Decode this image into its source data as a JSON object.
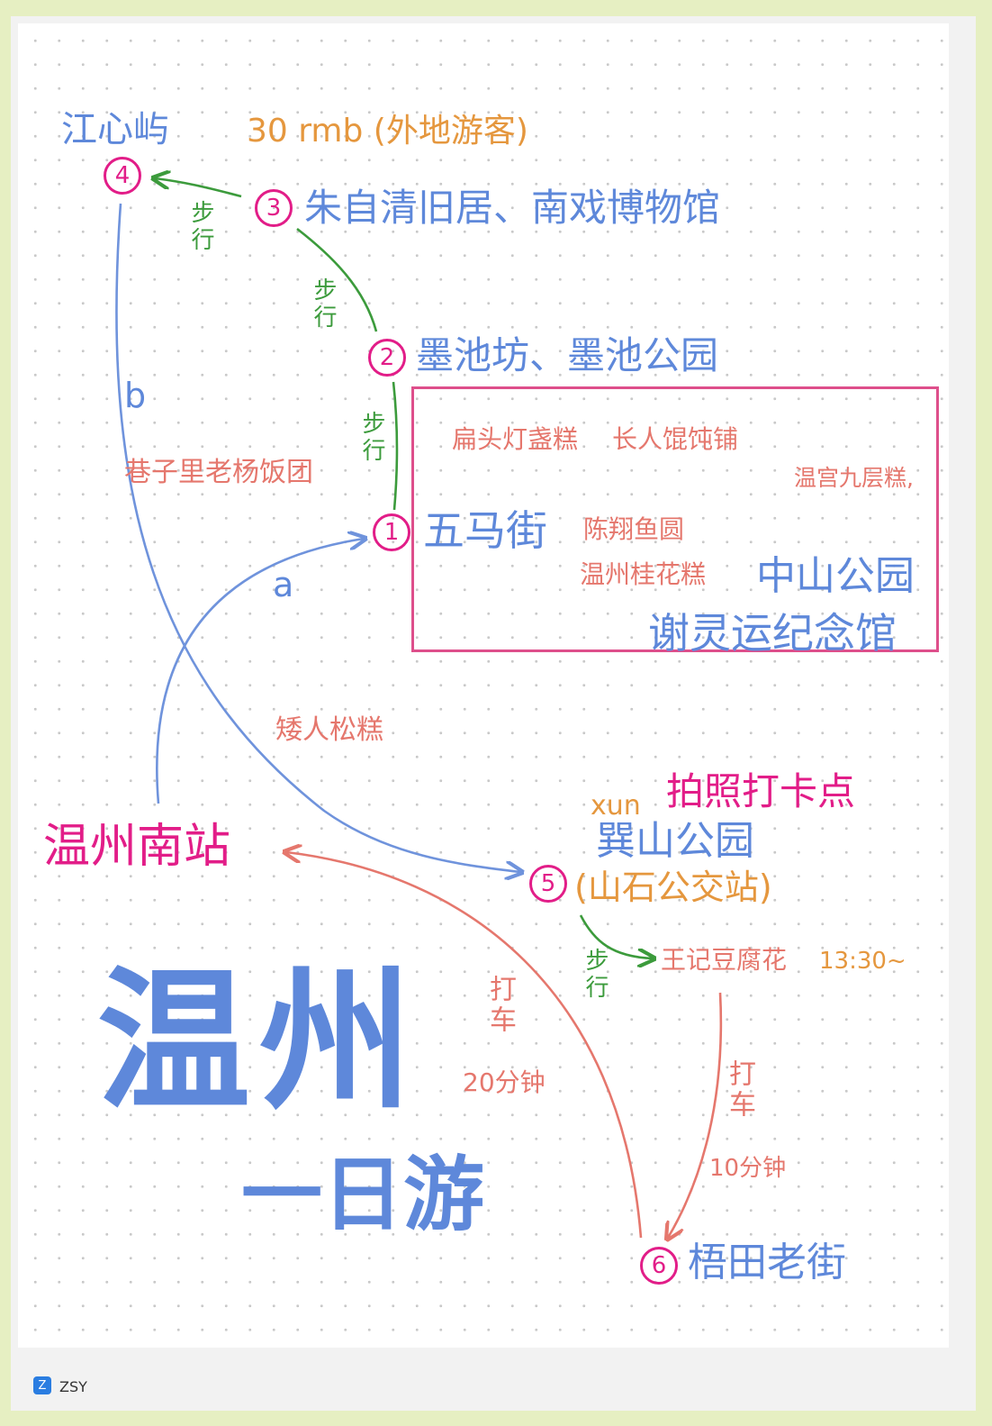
{
  "title_main": "温州",
  "title_sub": "一日游",
  "price_note": "30 rmb (外地游客)",
  "stations": {
    "start": "温州南站"
  },
  "nodes": [
    {
      "num": "1",
      "name": "五马街"
    },
    {
      "num": "2",
      "name": "墨池坊、墨池公园"
    },
    {
      "num": "3",
      "name": "朱自清旧居、南戏博物馆"
    },
    {
      "num": "4",
      "name": "江心屿"
    },
    {
      "num": "5",
      "name": "巽山公园"
    },
    {
      "num": "6",
      "name": "梧田老街"
    }
  ],
  "node5_pinyin": "xun",
  "node5_note": "(山石公交站)",
  "photo_spot": "拍照打卡点",
  "walk_label": "步行",
  "route_a": "a",
  "route_b": "b",
  "snacks": {
    "xiangzi": "巷子里老杨饭团",
    "airen": "矮人松糕",
    "biantou": "扁头灯盏糕",
    "changren": "长人馄饨铺",
    "wengong": "温宫九层糕,",
    "chenxiang": "陈翔鱼圆",
    "guihua": "温州桂花糕",
    "wangji": "王记豆腐花"
  },
  "box_places": {
    "zhongshan": "中山公园",
    "xieling": "谢灵运纪念馆"
  },
  "time_note": "13:30~",
  "taxi": {
    "label": "打车",
    "t20": "20分钟",
    "t10": "10分钟"
  },
  "footer": {
    "brand": "ZSY"
  }
}
